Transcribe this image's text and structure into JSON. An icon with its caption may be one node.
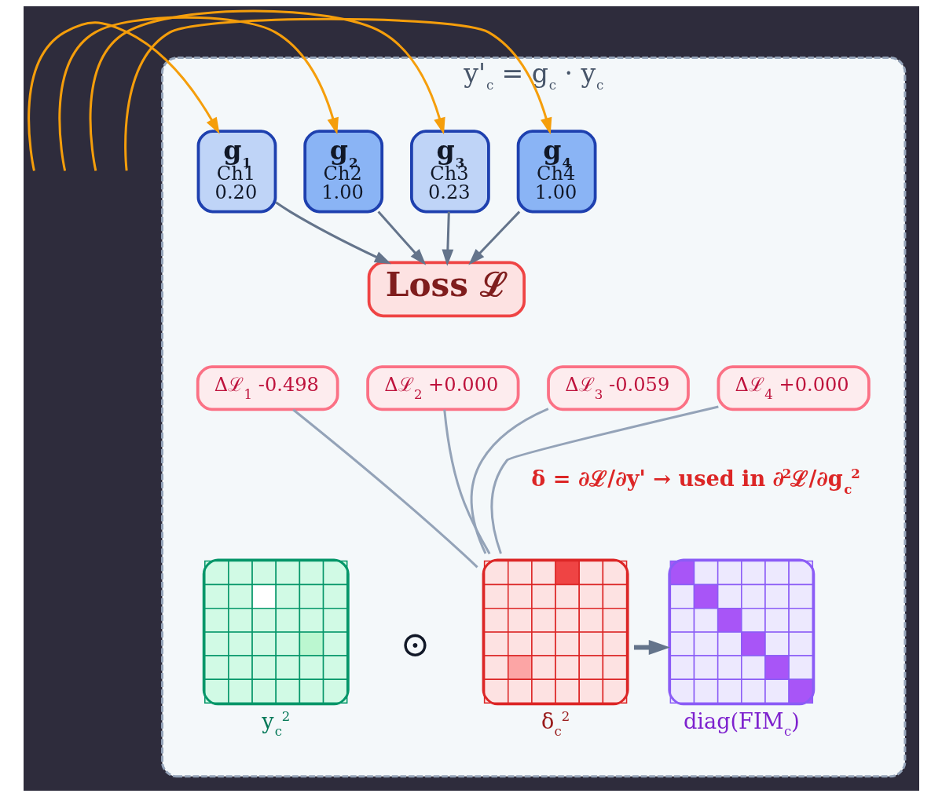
{
  "diagram": {
    "nodes": [
      {
        "text": [
          "y'$_{c}$ = g$_{c}$ · y$_{c}$"
        ]
      },
      {
        "text": [
          "g$_{1}$",
          "Ch1",
          "0.20"
        ],
        "in": 0
      },
      {
        "text": [
          "g$_{2}$",
          "Ch2",
          "1.00"
        ],
        "in": 0
      },
      {
        "text": [
          "g$_{3}$",
          "Ch3",
          "0.23"
        ],
        "in": 0
      },
      {
        "text": [
          "g$_{4}$",
          "Ch4",
          "1.00"
        ],
        "in": 0
      },
      {
        "text": [
          "Loss ℒ"
        ],
        "in": 0
      },
      {
        "text": [
          "Δℒ$_{1}$ -0.498"
        ],
        "in": 0
      },
      {
        "text": [
          "Δℒ$_{2}$ +0.000"
        ],
        "in": 0
      },
      {
        "text": [
          "Δℒ$_{3}$ -0.059"
        ],
        "in": 0
      },
      {
        "text": [
          "Δℒ$_{4}$ +0.000"
        ],
        "in": 0
      },
      {
        "text": [],
        "shape": "box",
        "beside": [
          "y$_{c}$$^{2}$"
        ],
        "in": 0
      },
      {
        "text": [],
        "shape": "box",
        "beside": [
          "δ$_{c}$$^{2}$"
        ],
        "in": 0
      },
      {
        "text": [],
        "shape": "box",
        "beside": [
          "diag(FIM$_{c}$)"
        ],
        "in": 0
      }
    ],
    "edges": [
      {
        "from": null,
        "to": 1,
        "arrow": "to",
        "color": "#f59e0b"
      },
      {
        "from": null,
        "to": 2,
        "arrow": "to",
        "color": "#f59e0b"
      },
      {
        "from": null,
        "to": 3,
        "arrow": "to",
        "color": "#f59e0b"
      },
      {
        "from": null,
        "to": 4,
        "arrow": "to",
        "color": "#f59e0b"
      },
      {
        "from": 1,
        "to": 5,
        "arrow": "to"
      },
      {
        "from": 2,
        "to": 5,
        "arrow": "to"
      },
      {
        "from": 3,
        "to": 5,
        "arrow": "to"
      },
      {
        "from": 4,
        "to": 5,
        "arrow": "to"
      },
      {
        "from": 6,
        "to": 11,
        "arrow": "none",
        "color": "#94a3b8"
      },
      {
        "from": 7,
        "to": 11,
        "arrow": "none",
        "color": "#94a3b8"
      },
      {
        "from": 8,
        "to": 11,
        "arrow": "none",
        "color": "#94a3b8"
      },
      {
        "from": 9,
        "to": 11,
        "arrow": "none",
        "color": "#94a3b8"
      },
      {
        "from": 11,
        "to": 12,
        "arrow": "to",
        "style": "thick"
      }
    ],
    "labels": [
      "δ = ∂ℒ/∂y' → used in ∂$^{2}$ℒ/∂g$_{c}$$^{2}$",
      "⊙"
    ]
  }
}
